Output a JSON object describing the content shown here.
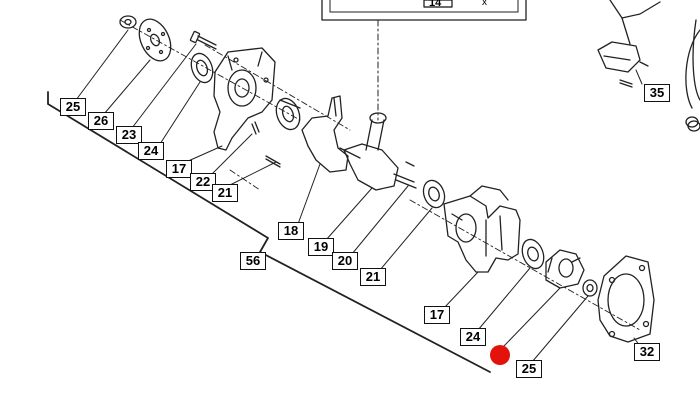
{
  "diagram": {
    "top_box_label": "14",
    "top_box_sign": "x",
    "callouts": [
      {
        "id": "c25a",
        "label": "25"
      },
      {
        "id": "c26",
        "label": "26"
      },
      {
        "id": "c23",
        "label": "23"
      },
      {
        "id": "c24a",
        "label": "24"
      },
      {
        "id": "c17a",
        "label": "17"
      },
      {
        "id": "c22",
        "label": "22"
      },
      {
        "id": "c21a",
        "label": "21"
      },
      {
        "id": "c18",
        "label": "18"
      },
      {
        "id": "c19",
        "label": "19"
      },
      {
        "id": "c20",
        "label": "20"
      },
      {
        "id": "c21b",
        "label": "21"
      },
      {
        "id": "c56",
        "label": "56"
      },
      {
        "id": "c17b",
        "label": "17"
      },
      {
        "id": "c24b",
        "label": "24"
      },
      {
        "id": "c25b",
        "label": "25"
      },
      {
        "id": "c32",
        "label": "32"
      },
      {
        "id": "c35",
        "label": "35"
      }
    ],
    "marker_color": "#e3120b"
  }
}
